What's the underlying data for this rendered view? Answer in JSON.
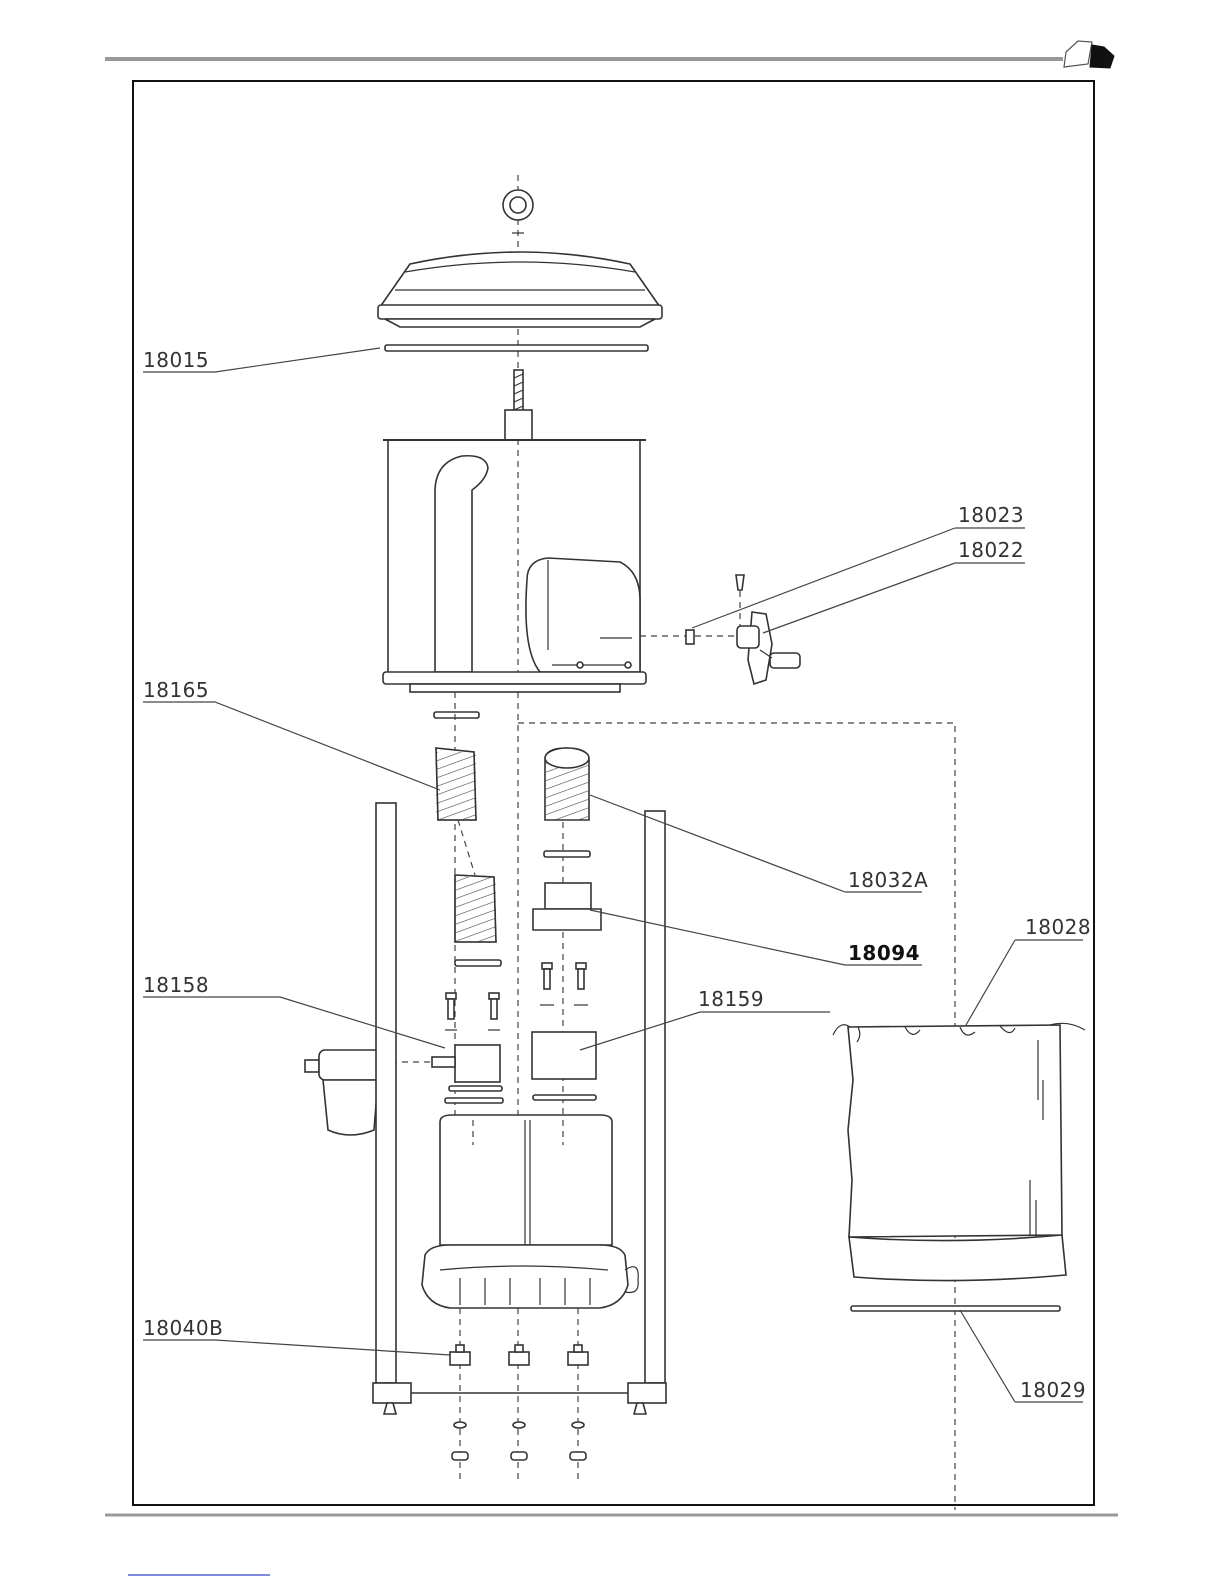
{
  "labels": {
    "l18015": "18015",
    "l18023": "18023",
    "l18022": "18022",
    "l18165": "18165",
    "l18032A": "18032A",
    "l18028": "18028",
    "l18094": "18094",
    "l18158": "18158",
    "l18159": "18159",
    "l18040B": "18040B",
    "l18029": "18029"
  }
}
